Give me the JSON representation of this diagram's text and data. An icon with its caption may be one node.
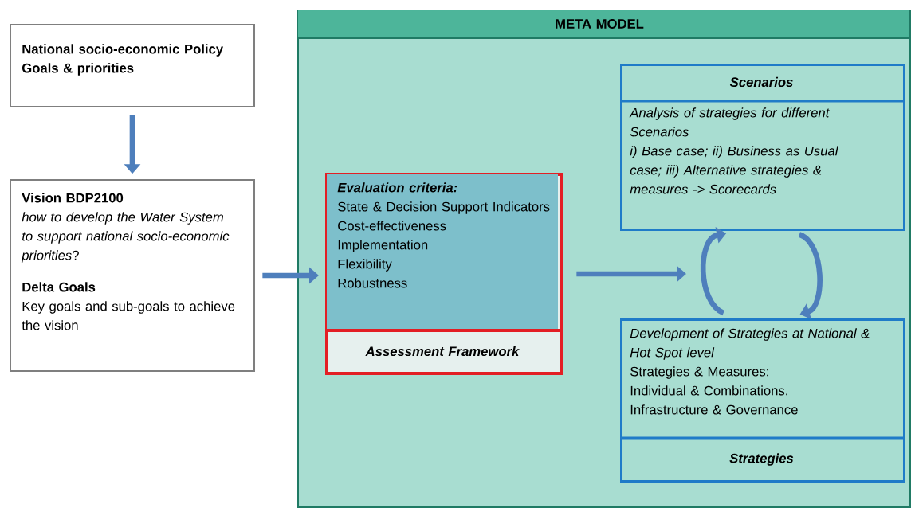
{
  "diagram": {
    "nodes": [
      {
        "text": [
          "National socio-economic Policy Goals & priorities"
        ]
      },
      {
        "text": [
          "Vision BDP2100",
          "*how to develop the Water System to support national socio-economic priorities*?",
          "Delta Goals",
          "Key goals and sub-goals to achieve the vision"
        ]
      },
      {
        "text": [
          "META MODEL"
        ]
      },
      {
        "text": [
          "Evaluation criteria:",
          "State & Decision Support Indicators",
          "Cost-effectiveness",
          "Implementation",
          "Flexibility",
          "Robustness",
          "Assessment Framework"
        ],
        "in": 2
      },
      {
        "text": [
          "Scenarios",
          "Analysis of strategies for different Scenarios",
          "i) Base case; ii) Business as Usual case; iii) Alternative strategies & measures -> Scorecards"
        ],
        "in": 2
      },
      {
        "text": [
          "Development of Strategies at National & Hot Spot level",
          "Strategies & Measures:",
          "Individual & Combinations.",
          "Infrastructure & Governance",
          "Strategies"
        ],
        "in": 2
      }
    ],
    "edges": [
      {
        "from": 0,
        "to": 1,
        "arrow": "to"
      },
      {
        "from": 1,
        "to": 3,
        "arrow": "to"
      },
      {
        "from": 3,
        "to": null,
        "arrow": "to"
      },
      {
        "from": 5,
        "to": 4,
        "arrow": "to"
      },
      {
        "from": 4,
        "to": 5,
        "arrow": "to"
      }
    ]
  }
}
